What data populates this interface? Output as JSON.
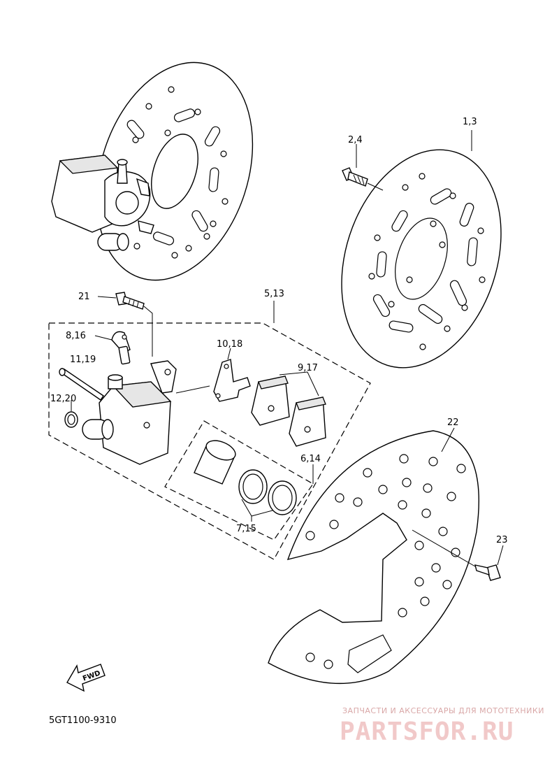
{
  "callouts": {
    "c_1_3": "1,3",
    "c_2_4": "2,4",
    "c_21": "21",
    "c_5_13": "5,13",
    "c_8_16": "8,16",
    "c_10_18": "10,18",
    "c_11_19": "11,19",
    "c_9_17": "9,17",
    "c_12_20": "12,20",
    "c_6_14": "6,14",
    "c_7_15": "7,15",
    "c_22": "22",
    "c_23": "23"
  },
  "fwd_label": "FWD",
  "diagram_code": "5GT1100-9310",
  "watermark": {
    "tagline": "ЗАПЧАСТИ И АКСЕССУАРЫ ДЛЯ МОТОТЕХНИКИ",
    "brand": "PARTSFOR.RU"
  },
  "colors": {
    "line": "#000000",
    "background": "#ffffff",
    "watermark": "#f1c9c9"
  }
}
